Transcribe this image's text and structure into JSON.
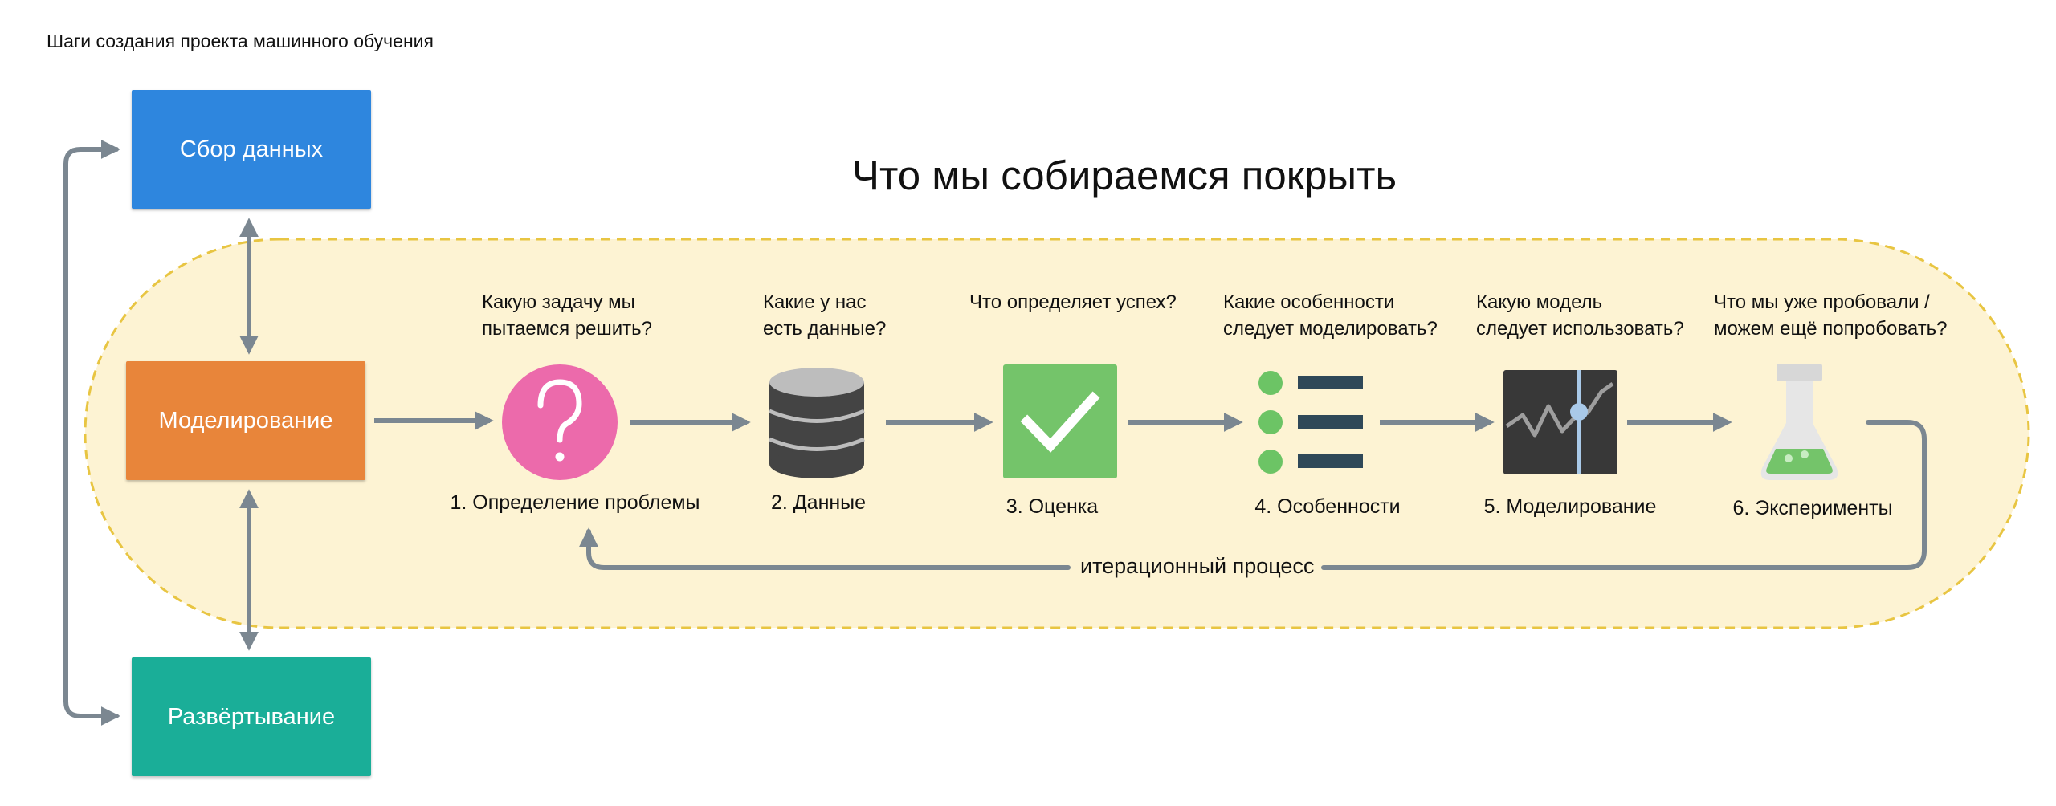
{
  "page_title": "Шаги создания проекта машинного обучения",
  "heading": "Что мы собираемся покрыть",
  "boxes": {
    "collect": "Сбор данных",
    "modeling": "Моделирование",
    "deploy": "Развёртывание"
  },
  "steps": [
    {
      "q1": "Какую задачу мы",
      "q2": "пытаемся решить?",
      "label": "1. Определение проблемы",
      "icon": "question-icon"
    },
    {
      "q1": "Какие у нас",
      "q2": "есть данные?",
      "label": "2. Данные",
      "icon": "database-icon"
    },
    {
      "q1": "Что определяет успех?",
      "q2": "",
      "label": "3. Оценка",
      "icon": "checkmark-icon"
    },
    {
      "q1": "Какие особенности",
      "q2": "следует моделировать?",
      "label": "4. Особенности",
      "icon": "list-icon"
    },
    {
      "q1": "Какую модель",
      "q2": "следует использовать?",
      "label": "5. Моделирование",
      "icon": "chart-icon"
    },
    {
      "q1": "Что мы уже пробовали /",
      "q2": "можем ещё попробовать?",
      "label": "6. Эксперименты",
      "icon": "flask-icon"
    }
  ],
  "loop_label": "итерационный процесс",
  "colors": {
    "collect": "#2e86de",
    "modeling": "#e8853a",
    "deploy": "#1aae98",
    "region_fill": "#fdf3d3",
    "region_border": "#e8c542",
    "arrow": "#7b8791",
    "question": "#ec6aab",
    "database": "#444444",
    "check": "#74c46a",
    "list_dot": "#6cc465",
    "list_bar": "#2f4858",
    "chart_bg": "#383838",
    "flask_liquid": "#74c46a"
  }
}
